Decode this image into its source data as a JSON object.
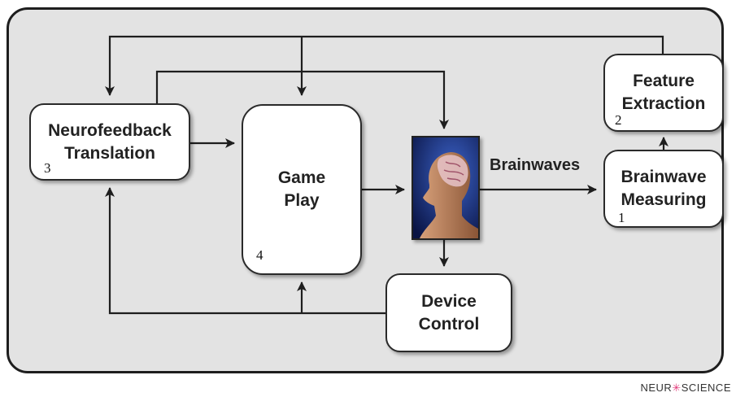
{
  "diagram": {
    "nodes": {
      "brainwave_measuring": {
        "label": "Brainwave\nMeasuring",
        "number": "1"
      },
      "feature_extraction": {
        "label": "Feature\nExtraction",
        "number": "2"
      },
      "neurofeedback_translation": {
        "label": "Neurofeedback\nTranslation",
        "number": "3"
      },
      "game_play": {
        "label": "Game\nPlay",
        "number": "4"
      },
      "device_control": {
        "label": "Device\nControl"
      },
      "user_head": {
        "icon": "human-head-brain-icon"
      }
    },
    "edges": [
      {
        "from": "user_head",
        "to": "brainwave_measuring",
        "label": "Brainwaves"
      },
      {
        "from": "brainwave_measuring",
        "to": "feature_extraction"
      },
      {
        "from": "feature_extraction",
        "to": "neurofeedback_translation"
      },
      {
        "from": "feature_extraction",
        "to": "game_play"
      },
      {
        "from": "neurofeedback_translation",
        "to": "game_play"
      },
      {
        "from": "neurofeedback_translation",
        "to": "user_head"
      },
      {
        "from": "game_play",
        "to": "user_head"
      },
      {
        "from": "user_head",
        "to": "device_control"
      },
      {
        "from": "device_control",
        "to": "game_play"
      },
      {
        "from": "device_control",
        "to": "neurofeedback_translation"
      }
    ]
  },
  "watermark": {
    "text_left": "NEUR",
    "text_right": "SCIENCE",
    "burst_icon": "sparkle-burst-icon",
    "burst_color": "#e23a7a"
  },
  "colors": {
    "frame_fill": "#e3e3e3",
    "stroke": "#1e1e1e",
    "head_bg": "#0d1a52"
  }
}
